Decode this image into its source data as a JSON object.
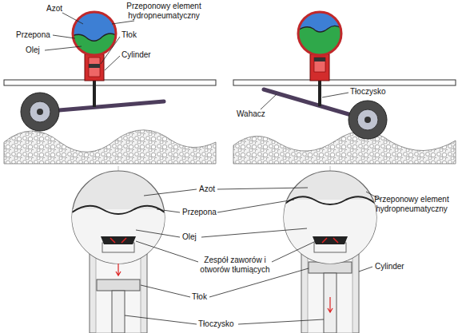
{
  "diagram": {
    "labels": [
      "Azot",
      "Przeponowy element hydropneumatyczny",
      "Przepona",
      "Tłok",
      "Olej",
      "Cylinder",
      "Tłoczysko",
      "Wahacz",
      "Azot",
      "Przeponowy element hydropneumatyczny",
      "Przepona",
      "Olej",
      "Zespół zaworów i otworów tłumiących",
      "Cylinder",
      "Tłok",
      "Tłoczysko"
    ]
  }
}
